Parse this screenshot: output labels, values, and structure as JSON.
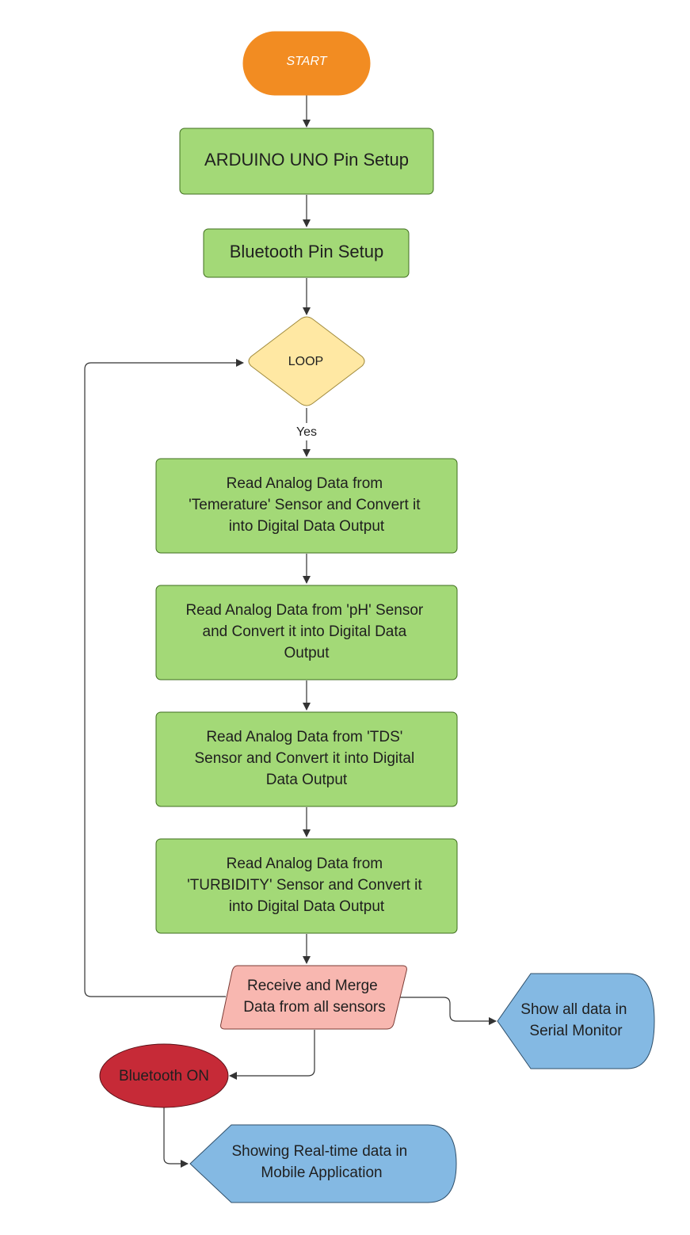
{
  "nodes": {
    "start": "START",
    "arduino_setup": "ARDUINO UNO Pin Setup",
    "bluetooth_setup": "Bluetooth Pin Setup",
    "loop": "LOOP",
    "read_temperature": [
      "Read Analog Data from",
      "'Temerature' Sensor and Convert it",
      "into Digital Data Output"
    ],
    "read_ph": [
      "Read Analog Data from 'pH' Sensor",
      "and Convert it into Digital Data",
      "Output"
    ],
    "read_tds": [
      "Read Analog Data from 'TDS'",
      "Sensor and Convert it into Digital",
      "Data Output"
    ],
    "read_turbidity": [
      "Read Analog Data from",
      "'TURBIDITY' Sensor and Convert it",
      "into Digital Data Output"
    ],
    "merge": [
      "Receive and Merge",
      "Data from all sensors"
    ],
    "serial_monitor": [
      "Show all data in",
      "Serial Monitor"
    ],
    "bluetooth_on": "Bluetooth ON",
    "mobile_app": [
      "Showing Real-time data in",
      "Mobile Application"
    ]
  },
  "edge_labels": {
    "loop_yes": "Yes"
  },
  "colors": {
    "start_fill": "#f28c22",
    "process_fill": "#a3d977",
    "process_stroke": "#3f6e1f",
    "decision_fill": "#ffe8a3",
    "decision_stroke": "#a08a3c",
    "io_fill": "#f8b7b0",
    "io_stroke": "#7a3b35",
    "display_fill": "#84b9e3",
    "display_stroke": "#2f4f6a",
    "terminal_red_fill": "#c62a37",
    "terminal_red_stroke": "#5a1218",
    "edge": "#333333"
  }
}
